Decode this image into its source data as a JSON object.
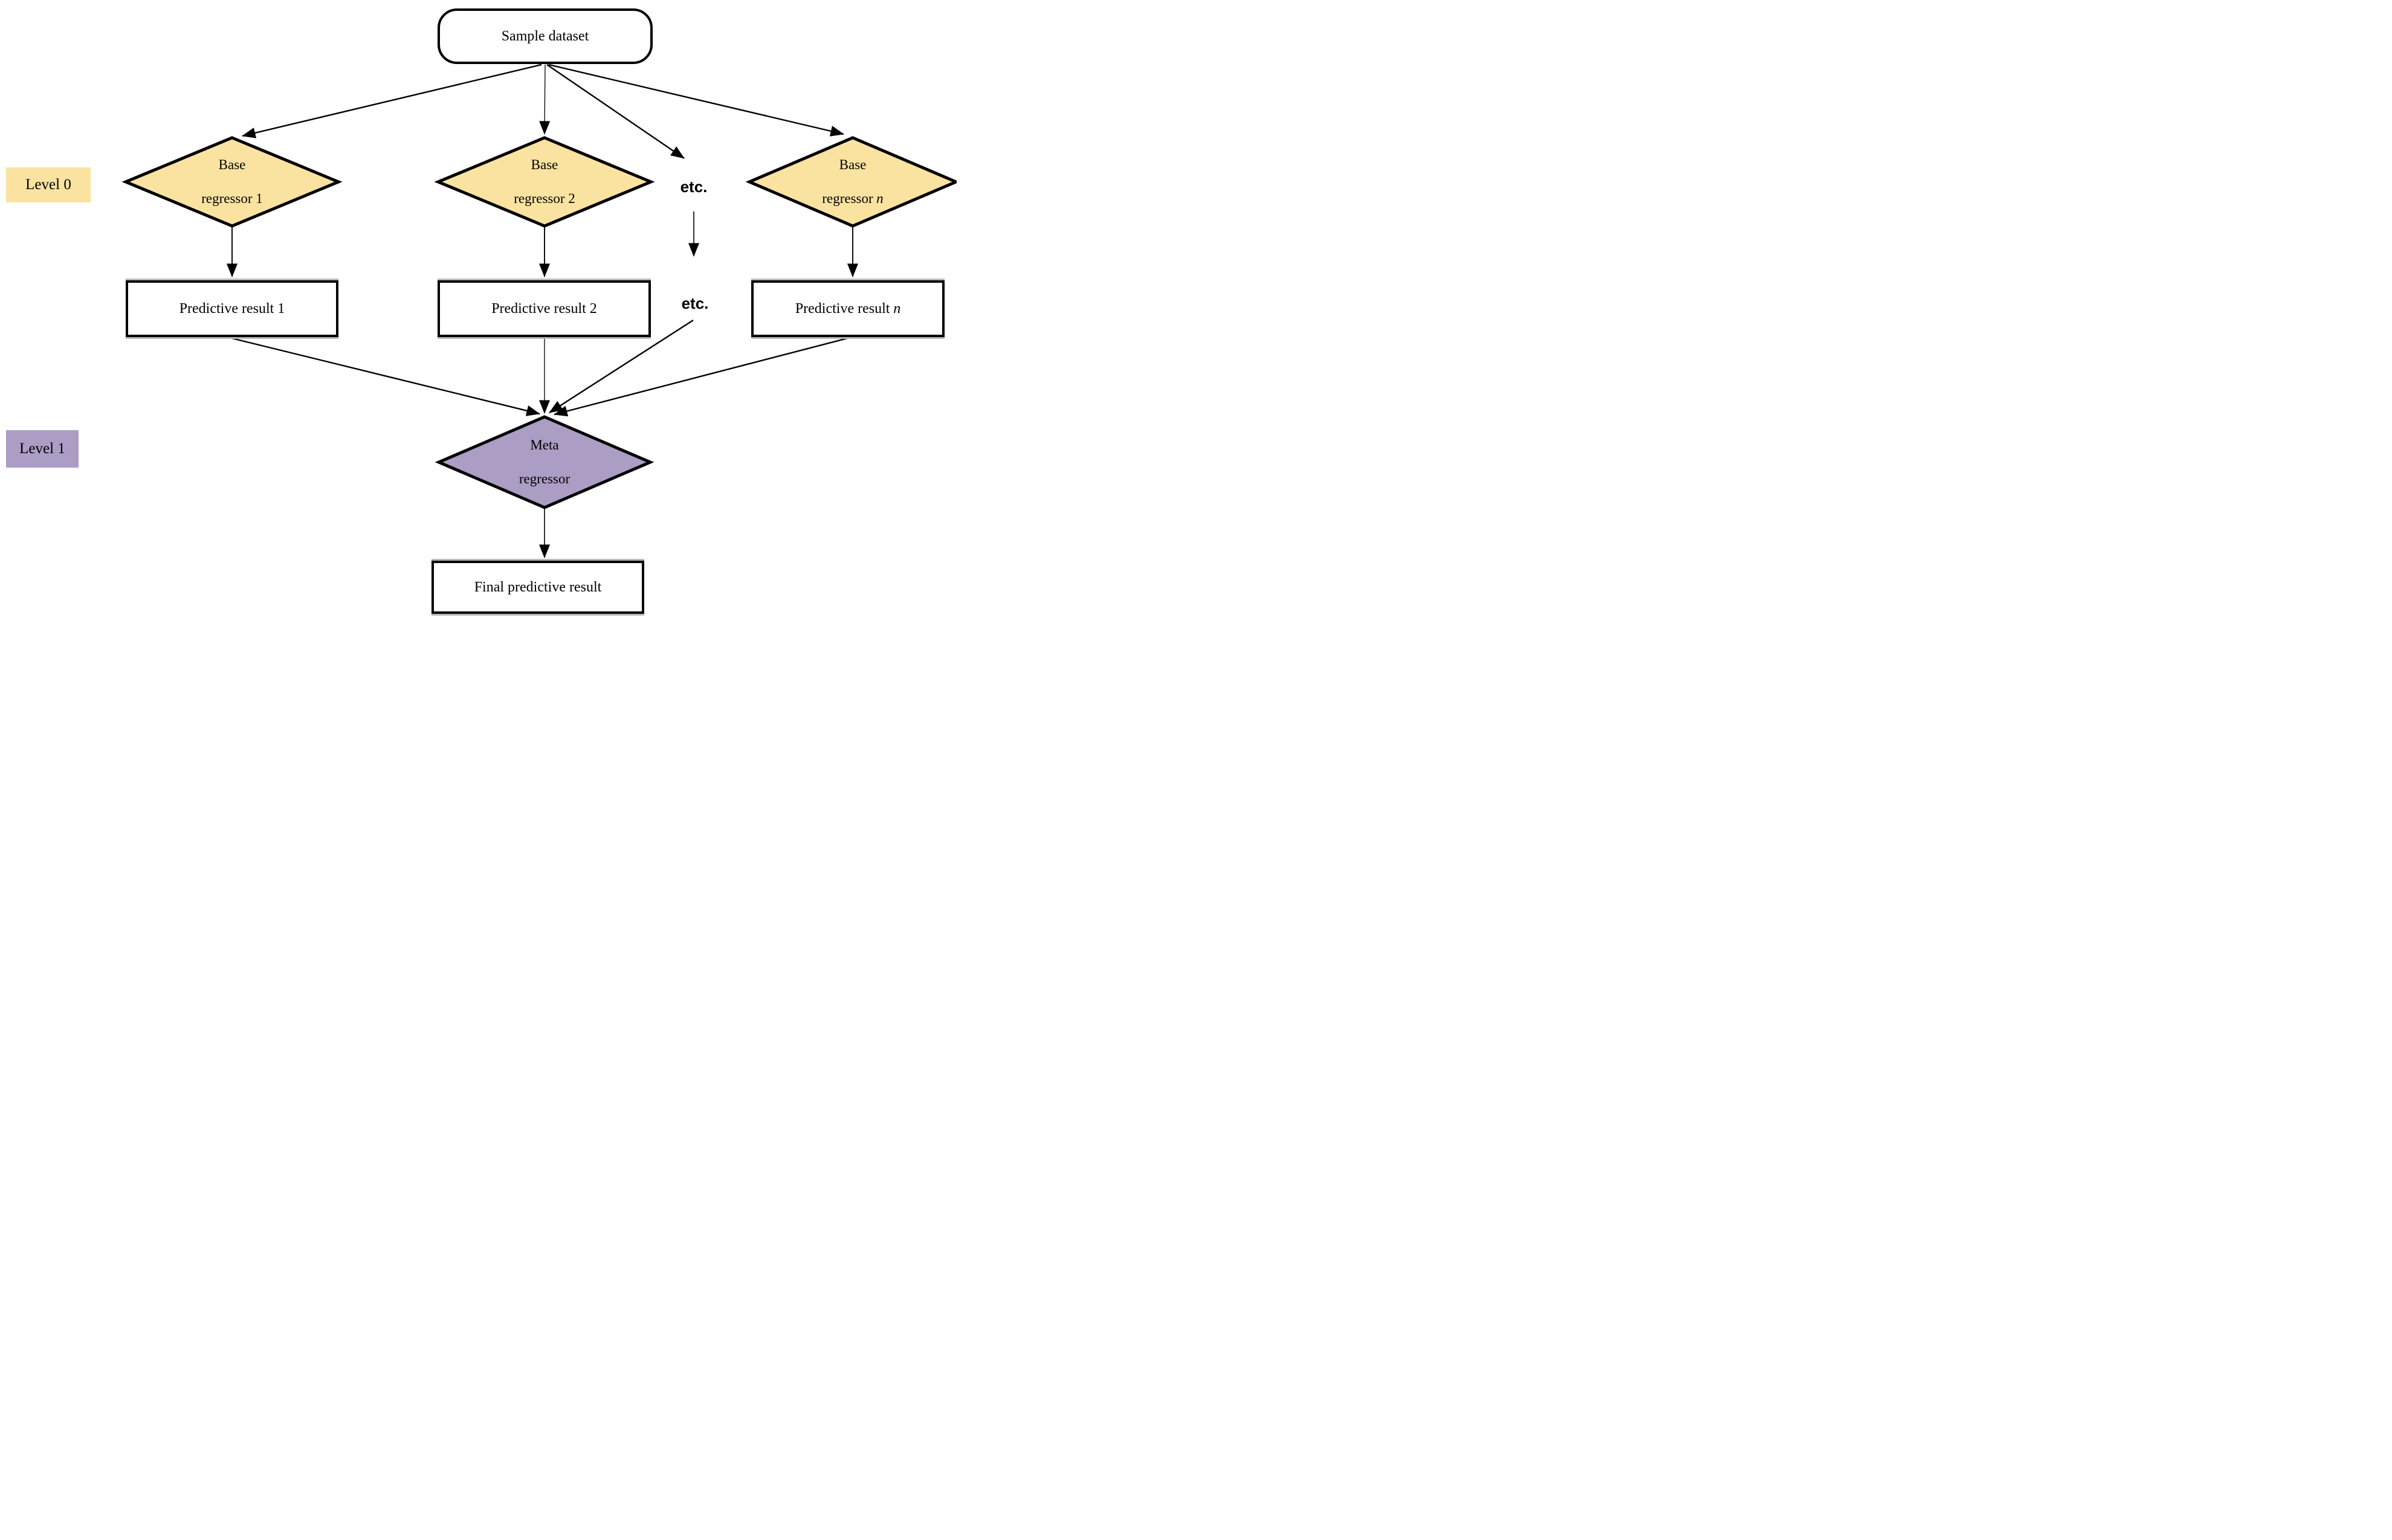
{
  "figure": {
    "type": "flowchart",
    "description": "Two-level stacking ensemble regression diagram"
  },
  "colors": {
    "background": "#FFFFFF",
    "level0_fill": "#FAE3A1",
    "level1_fill": "#AB9DC4",
    "node_fill": "#FFFFFF",
    "line_color": "#000000"
  },
  "levels": {
    "level0": {
      "label": "Level 0"
    },
    "level1": {
      "label": "Level 1"
    }
  },
  "nodes": {
    "sample": {
      "label": "Sample dataset"
    },
    "base1": {
      "line1": "Base",
      "line2": "regressor 1"
    },
    "base2": {
      "line1": "Base",
      "line2": "regressor 2"
    },
    "basen": {
      "line1": "Base",
      "line2_prefix": "regressor",
      "line2_suffix_italic": "n"
    },
    "etc_top": {
      "label": "etc."
    },
    "etc_mid": {
      "label": "etc."
    },
    "result1": {
      "label": "Predictive result 1"
    },
    "result2": {
      "label": "Predictive result 2"
    },
    "resultn": {
      "prefix": "Predictive result",
      "suffix_italic": "n"
    },
    "meta": {
      "line1": "Meta",
      "line2": "regressor"
    },
    "final": {
      "label": "Final predictive result"
    }
  }
}
